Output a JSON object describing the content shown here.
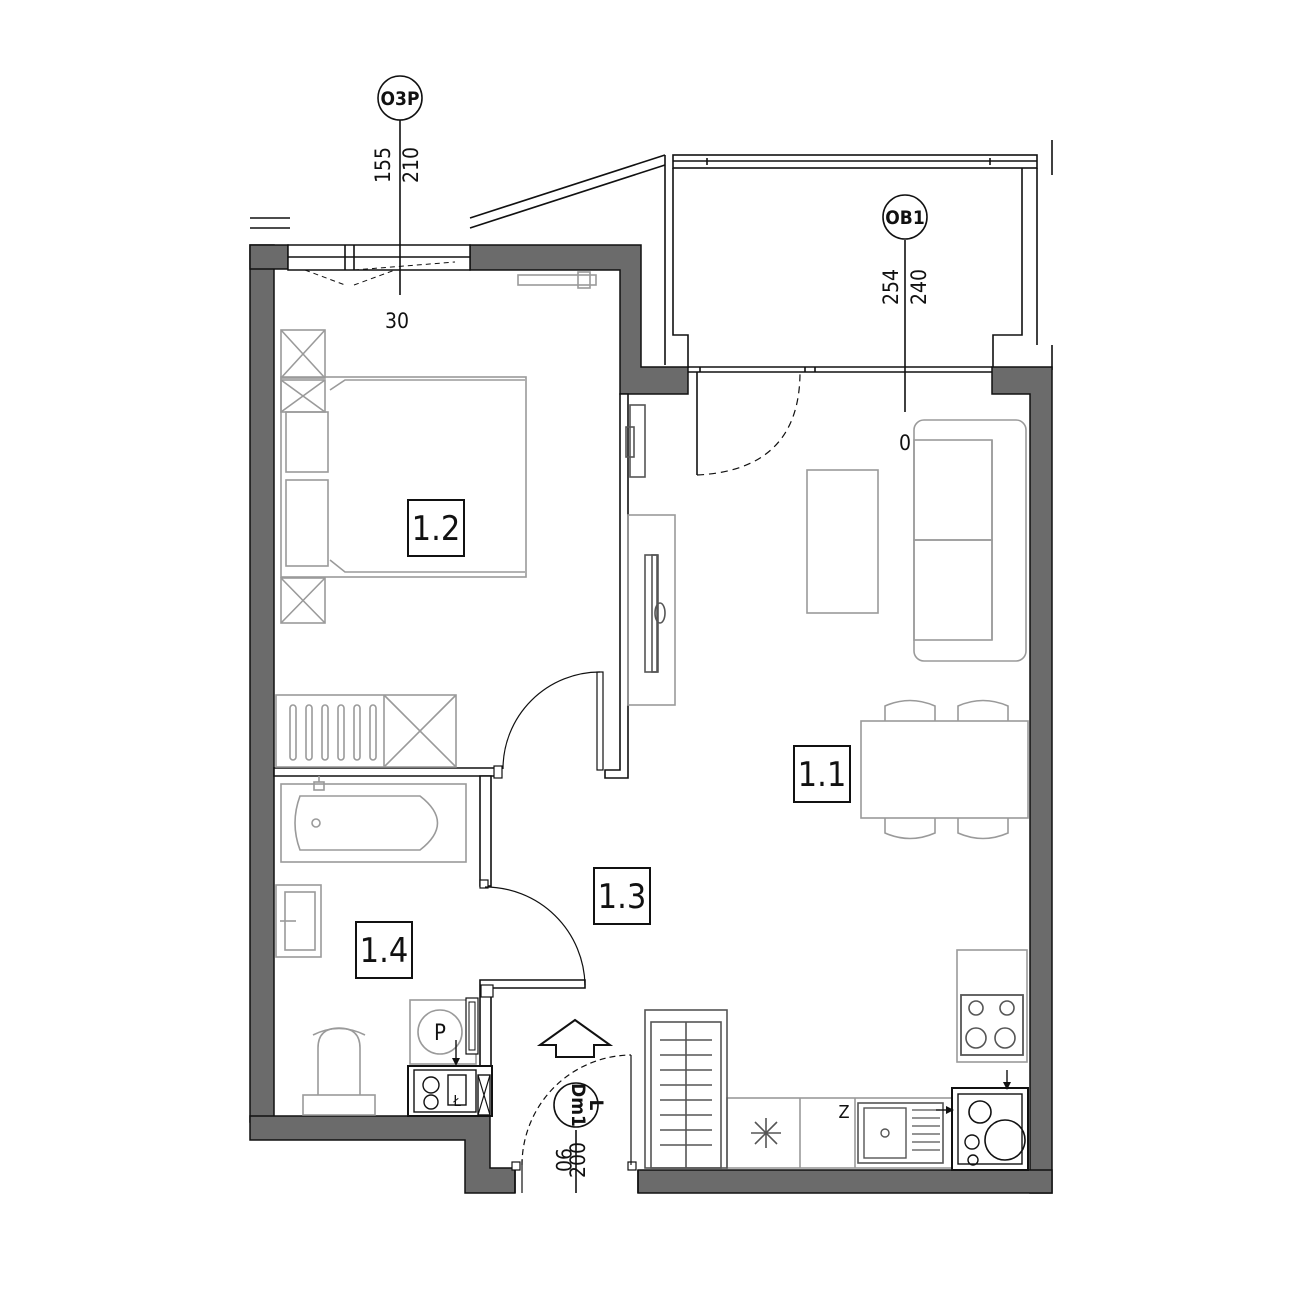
{
  "colors": {
    "wall": "#6b6b6b",
    "outline": "#111111",
    "furniture": "#9a9a9a"
  },
  "rooms": [
    {
      "id": "1.1",
      "label": "1.1"
    },
    {
      "id": "1.2",
      "label": "1.2"
    },
    {
      "id": "1.3",
      "label": "1.3"
    },
    {
      "id": "1.4",
      "label": "1.4"
    }
  ],
  "tags": {
    "window": {
      "code": "O3P",
      "dim_top": "155",
      "dim_bottom": "210",
      "sill": "30"
    },
    "balcony_door": {
      "code": "OB1",
      "dim_top": "254",
      "dim_bottom": "240",
      "sill": "0"
    },
    "entry_door": {
      "code": "Dm1",
      "side": "L",
      "dim_top": "90",
      "dim_bottom": "200"
    }
  },
  "fixtures": {
    "washer": "P",
    "dryer": "Ł",
    "sink_mark": "Z"
  },
  "icons": {
    "entrance": "entrance-arrow-icon"
  }
}
